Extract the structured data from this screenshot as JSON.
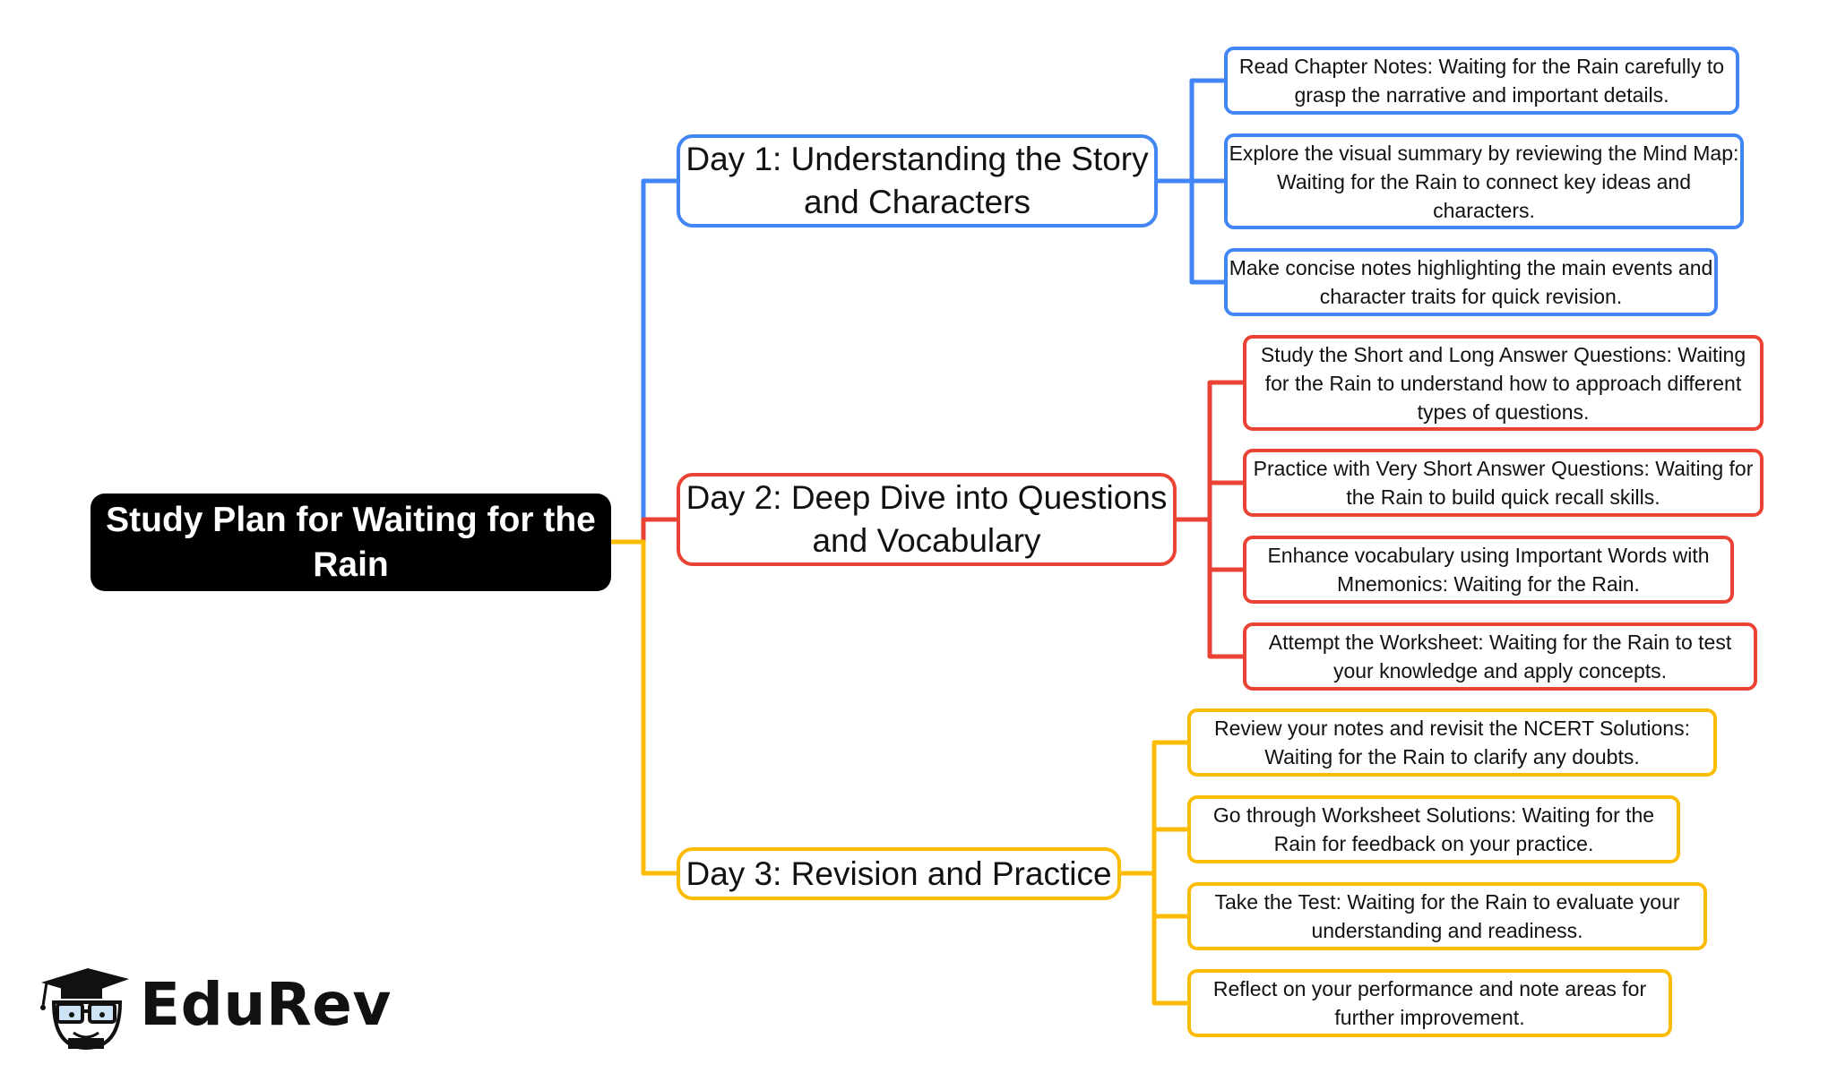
{
  "root": {
    "label": "Study Plan for Waiting for the Rain"
  },
  "colors": {
    "day1": "#4285f4",
    "day2": "#ea4335",
    "day3": "#fbbc05",
    "root_bg": "#000000"
  },
  "days": [
    {
      "label": "Day 1: Understanding the Story and Characters",
      "color": "blue",
      "tasks": [
        "Read Chapter Notes: Waiting for the Rain carefully to grasp the narrative and important details.",
        "Explore the visual summary by reviewing the Mind Map: Waiting for the Rain to connect key ideas and characters.",
        "Make concise notes highlighting the main events and character traits for quick revision."
      ]
    },
    {
      "label": "Day 2: Deep Dive into Questions and Vocabulary",
      "color": "red",
      "tasks": [
        "Study the Short and Long Answer Questions: Waiting for the Rain to understand how to approach different types of questions.",
        "Practice with Very Short Answer Questions: Waiting for the Rain to build quick recall skills.",
        "Enhance vocabulary using Important Words with Mnemonics: Waiting for the Rain.",
        "Attempt the Worksheet: Waiting for the Rain to test your knowledge and apply concepts."
      ]
    },
    {
      "label": "Day 3: Revision and Practice",
      "color": "yellow",
      "tasks": [
        "Review your notes and revisit the NCERT Solutions: Waiting for the Rain to clarify any doubts.",
        "Go through Worksheet Solutions: Waiting for the Rain for feedback on your practice.",
        "Take the Test: Waiting for the Rain to evaluate your understanding and readiness.",
        "Reflect on your performance and note areas for further improvement."
      ]
    }
  ],
  "logo": {
    "text": "EduRev",
    "icon": "graduation-cap-mascot-icon"
  }
}
